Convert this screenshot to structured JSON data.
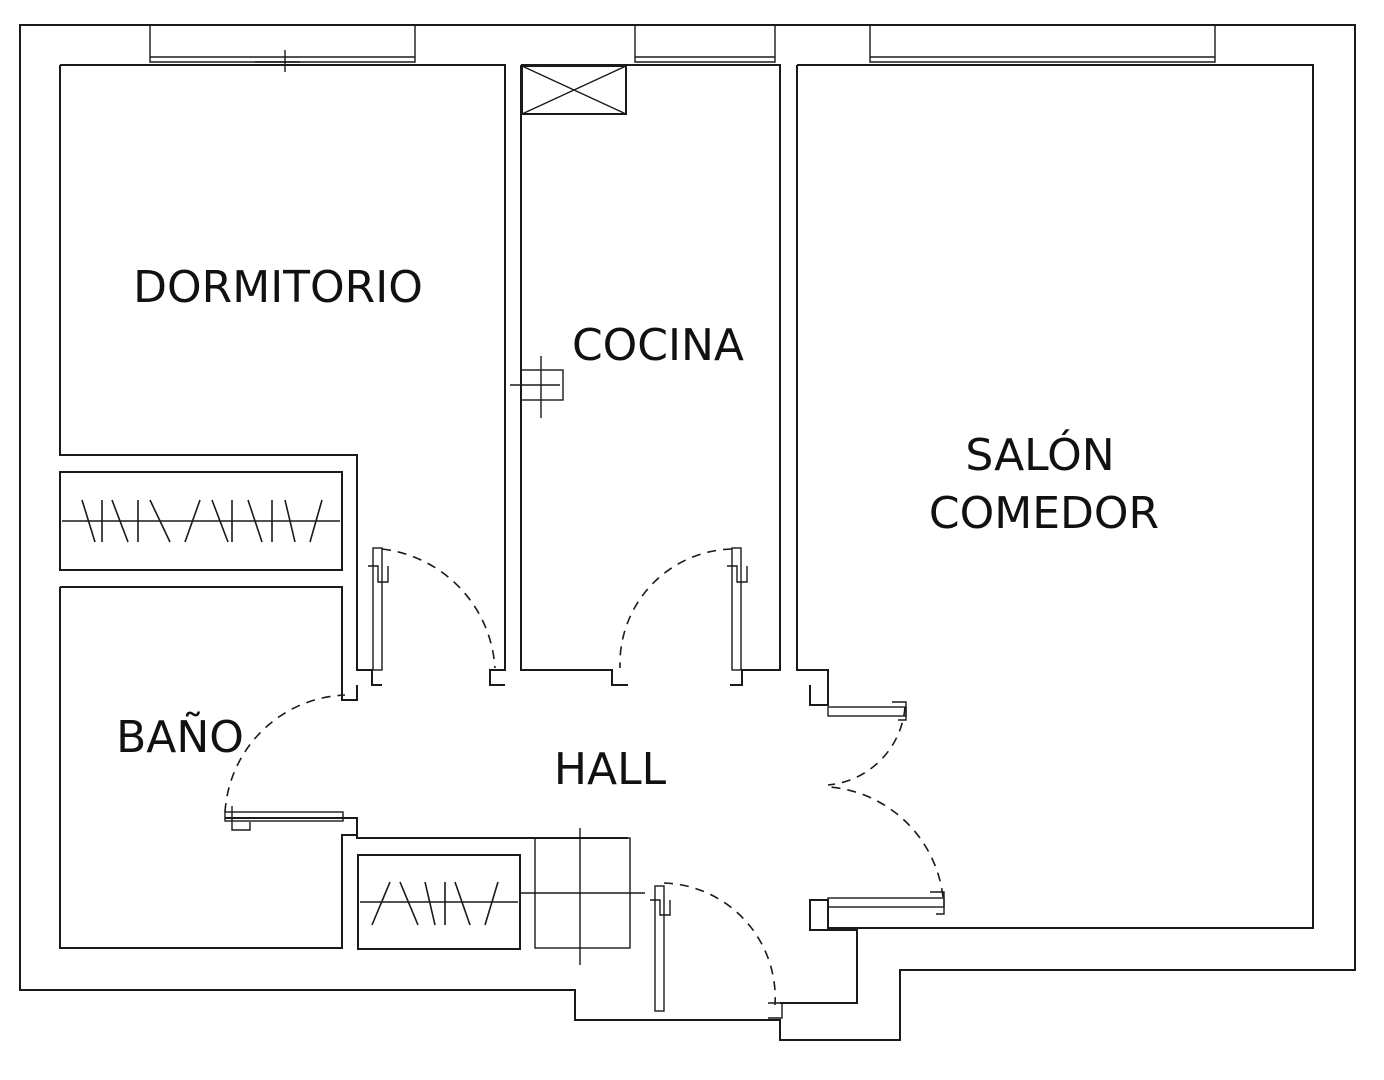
{
  "colors": {
    "line": "#1a1a1a",
    "label": "#111111",
    "background": "#ffffff"
  },
  "rooms": {
    "dormitorio": "DORMITORIO",
    "cocina": "COCINA",
    "salon_line1": "SALÓN",
    "salon_line2": "COMEDOR",
    "bano": "BAÑO",
    "hall": "HALL"
  }
}
